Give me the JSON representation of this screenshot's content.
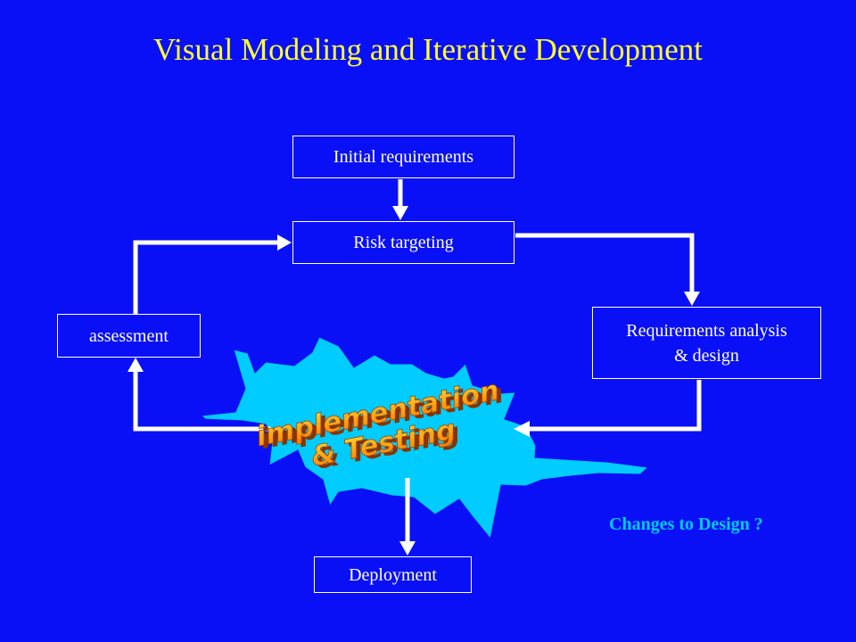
{
  "title": "Visual Modeling and Iterative Development",
  "nodes": {
    "initial": "Initial requirements",
    "risk": "Risk targeting",
    "requirements": "Requirements analysis\n& design",
    "assessment": "assessment",
    "implementation_line1": "implementation",
    "implementation_line2": "& Testing",
    "deployment": "Deployment"
  },
  "note": "Changes to Design ?",
  "colors": {
    "background": "#0a10f5",
    "title": "#ffff33",
    "splash": "#00ccff",
    "wordart": "#ff8800",
    "note": "#00ccff"
  }
}
